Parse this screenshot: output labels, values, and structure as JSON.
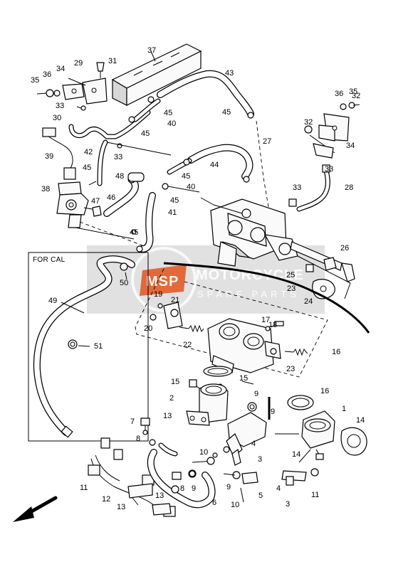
{
  "inset": {
    "label": "FOR CAL"
  },
  "watermark": {
    "brand": "MOTORCYCLE",
    "sub": "SPARE PARTS",
    "logo": "MSP",
    "color": "#e2541f"
  },
  "callouts": [
    "1",
    "2",
    "3",
    "3",
    "4",
    "4",
    "5",
    "6",
    "7",
    "8",
    "8",
    "9",
    "9",
    "9",
    "9",
    "10",
    "10",
    "11",
    "11",
    "12",
    "13",
    "13",
    "13",
    "14",
    "14",
    "15",
    "15",
    "16",
    "16",
    "17",
    "18",
    "19",
    "20",
    "21",
    "22",
    "23",
    "23",
    "24",
    "25",
    "26",
    "27",
    "28",
    "29",
    "30",
    "31",
    "32",
    "32",
    "33",
    "33",
    "33",
    "33",
    "34",
    "34",
    "35",
    "35",
    "36",
    "36",
    "37",
    "38",
    "39",
    "40",
    "40",
    "41",
    "42",
    "43",
    "44",
    "45",
    "45",
    "45",
    "45",
    "45",
    "45",
    "45",
    "46",
    "47",
    "48",
    "49",
    "50",
    "51"
  ]
}
